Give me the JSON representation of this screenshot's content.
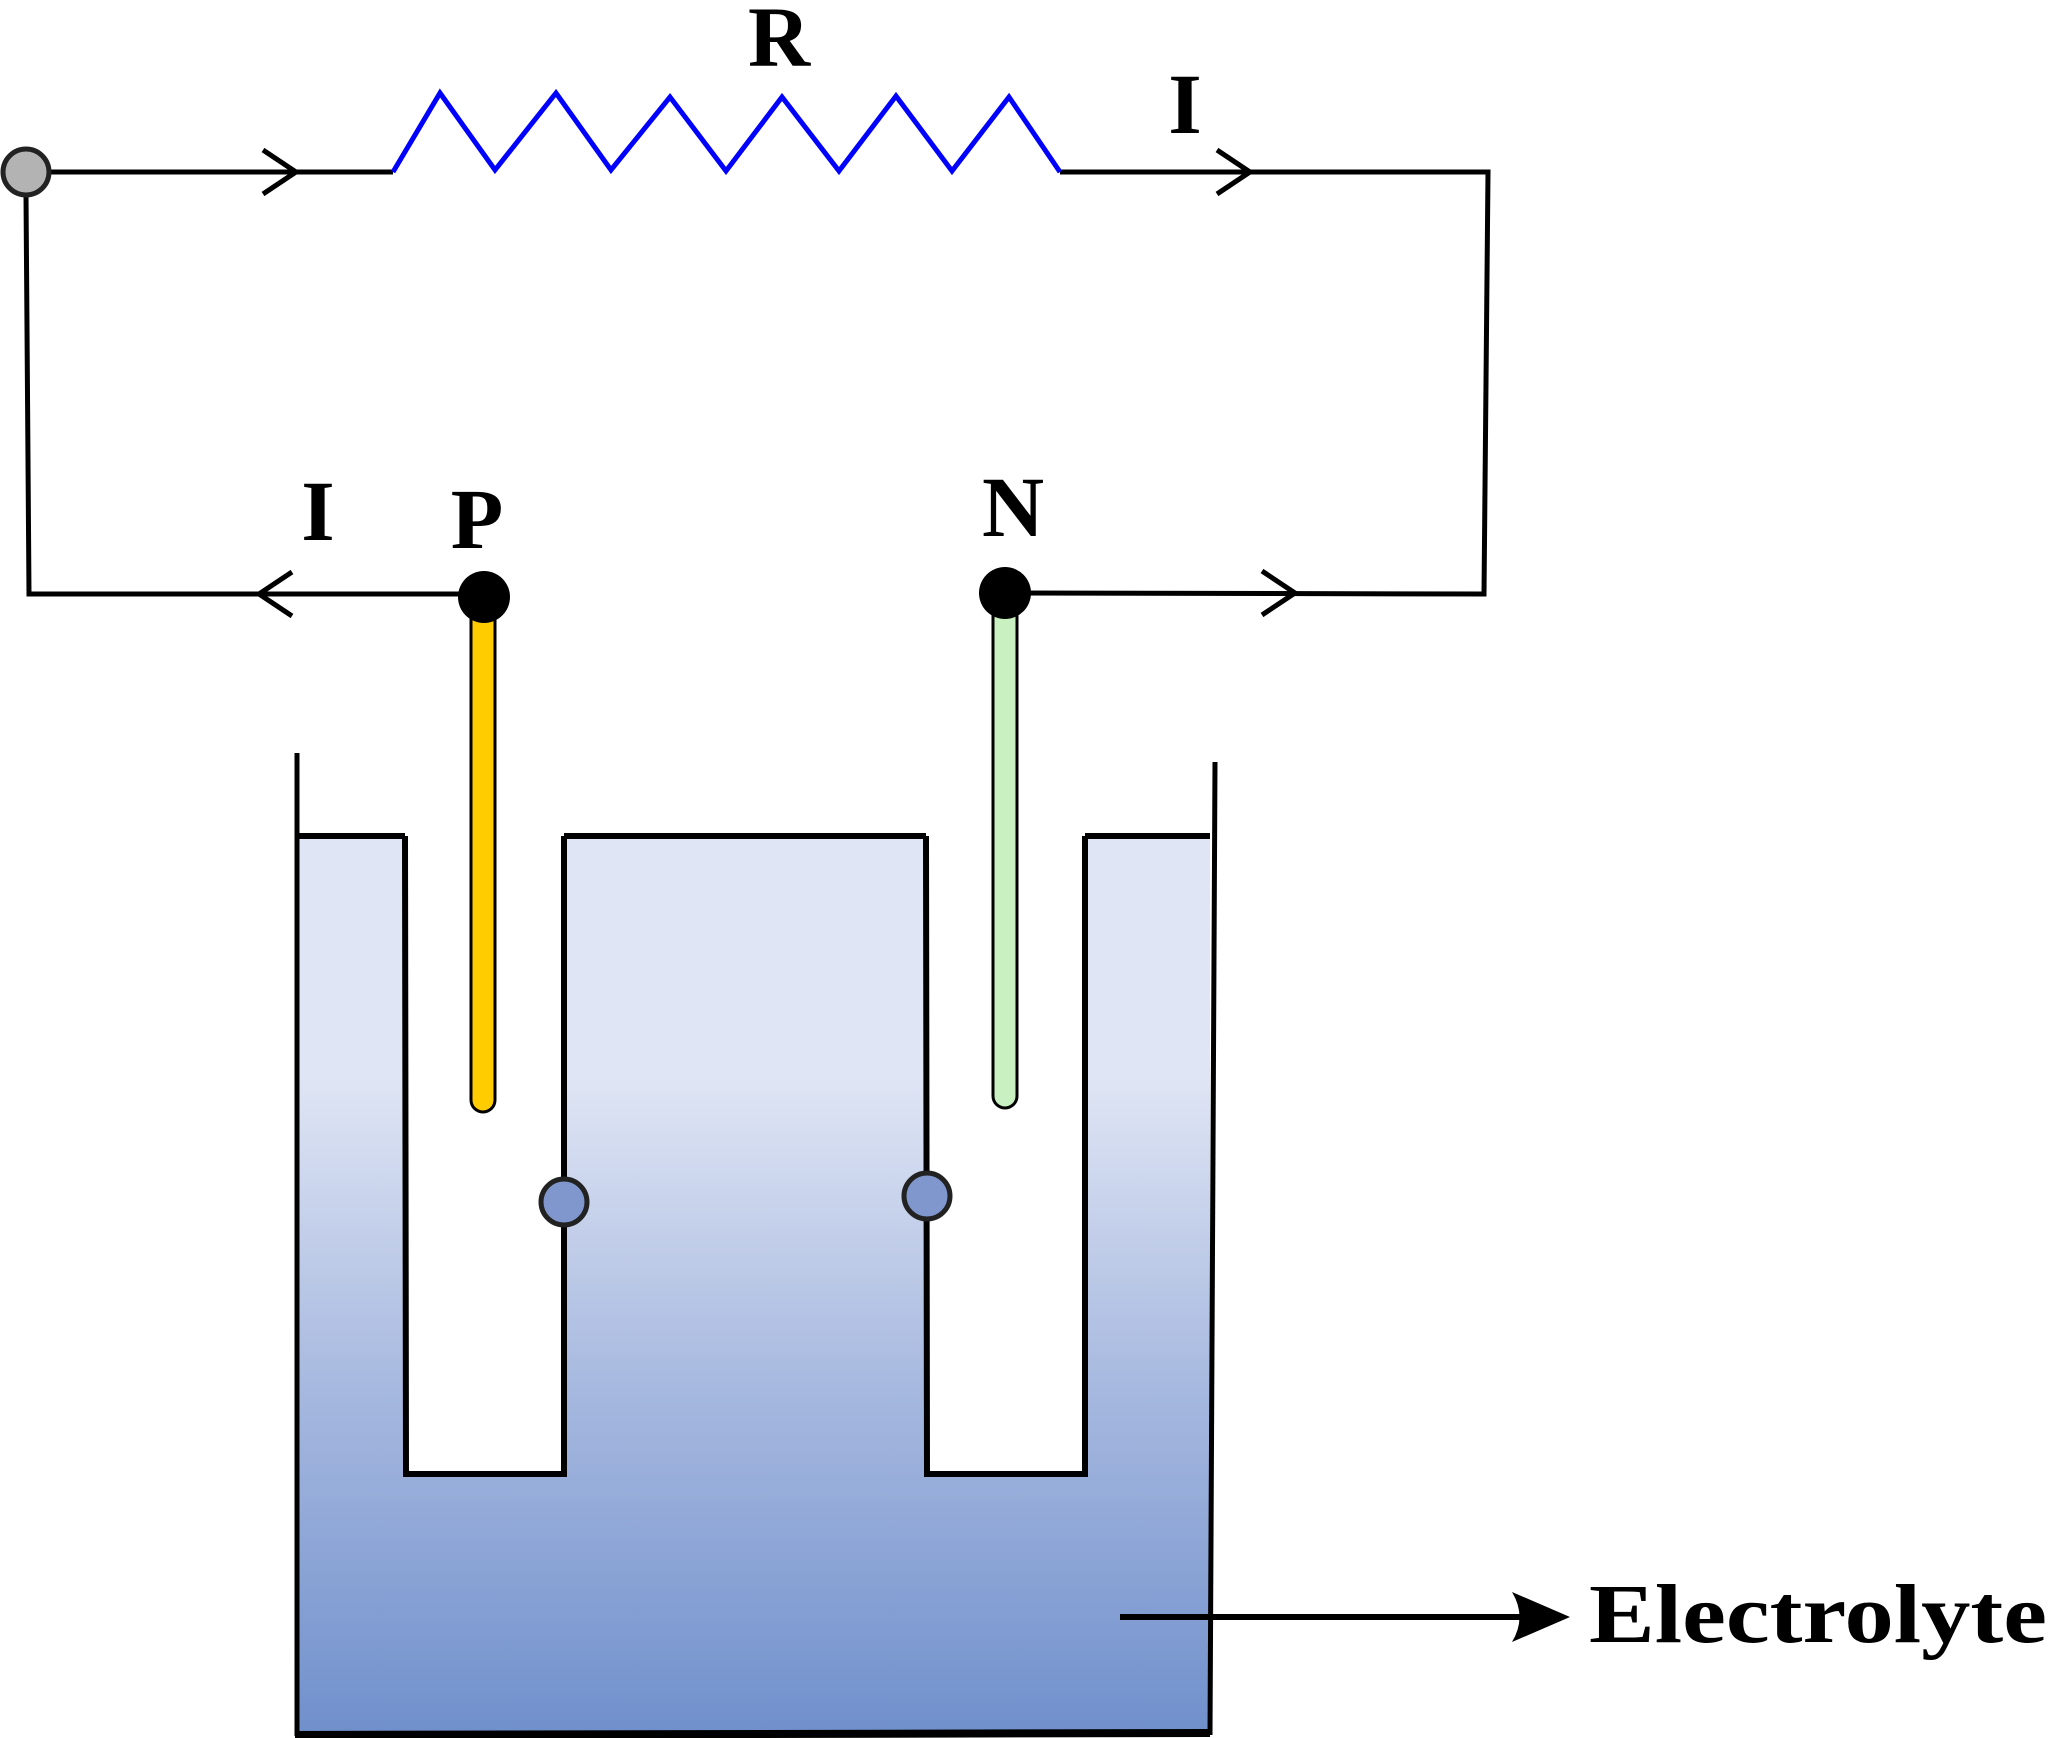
{
  "labels": {
    "resistor": "R",
    "current_top": "I",
    "current_left": "I",
    "positive_electrode": "P",
    "negative_electrode": "N",
    "electrolyte": "Electrolyte"
  },
  "colors": {
    "wire": "#000000",
    "resistor": "#0000ff",
    "positive_electrode_fill": "#ffcc00",
    "negative_electrode_fill": "#c8f0c0",
    "terminal_node": "#b3b3b3",
    "electrode_contact": "#000000",
    "membrane_node": "#7f97cc",
    "electrolyte_light": "#dfe5f4",
    "electrolyte_dark": "#7090cc"
  }
}
